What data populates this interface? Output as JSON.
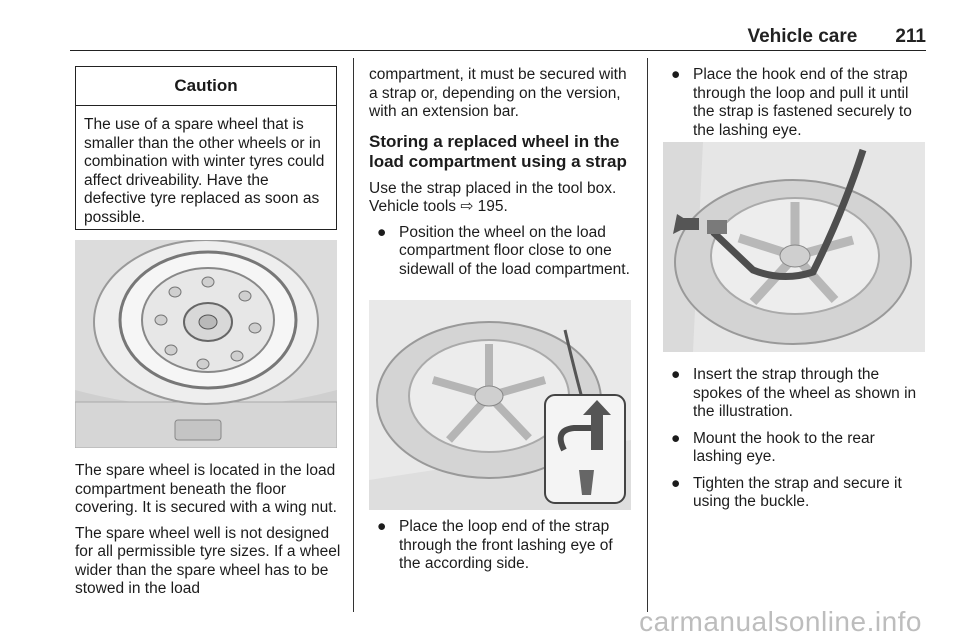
{
  "header": {
    "section": "Vehicle care",
    "page_number": "211"
  },
  "caution": {
    "title": "Caution",
    "body": "The use of a spare wheel that is smaller than the other wheels or in combination with winter tyres could affect driveability. Have the defective tyre replaced as soon as possible."
  },
  "col1": {
    "para1": "The spare wheel is located in the load compartment beneath the floor covering. It is secured with a wing nut.",
    "para2": "The spare wheel well is not designed for all permissible tyre sizes. If a wheel wider than the spare wheel has to be stowed in the load"
  },
  "col2": {
    "para1": "compartment, it must be secured with a strap or, depending on the version, with an extension bar.",
    "heading": "Storing a replaced wheel in the load compartment using a strap",
    "para2": "Use the strap placed in the tool box. Vehicle tools ⇨ 195.",
    "bullet1": "Position the wheel on the load compartment floor close to one sidewall of the load compartment.",
    "bullet2": "Place the loop end of the strap through the front lashing eye of the according side."
  },
  "col3": {
    "bullet1": "Place the hook end of the strap through the loop and pull it until the strap is fastened securely to the lashing eye.",
    "bullet2": "Insert the strap through the spokes of the wheel as shown in the illustration.",
    "bullet3": "Mount the hook to the rear lashing eye.",
    "bullet4": "Tighten the strap and secure it using the buckle."
  },
  "bullet_glyph": "●",
  "watermark": "carmanualsonline.info"
}
